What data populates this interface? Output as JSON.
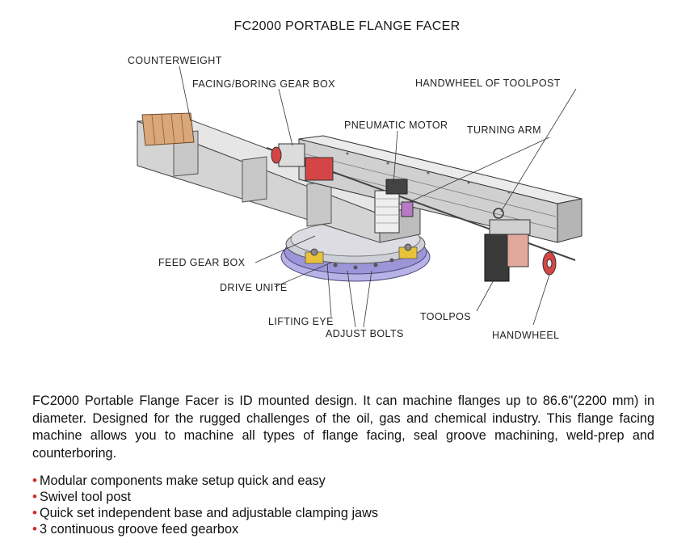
{
  "title": "FC2000 PORTABLE FLANGE FACER",
  "labels": {
    "counterweight": "COUNTERWEIGHT",
    "facing_gear_box": "FACING/BORING GEAR BOX",
    "handwheel_toolpost": "HANDWHEEL OF TOOLPOST",
    "pneumatic_motor": "PNEUMATIC MOTOR",
    "turning_arm": "TURNING ARM",
    "feed_gear_box": "FEED GEAR BOX",
    "drive_unite": "DRIVE UNITE",
    "lifting_eye": "LIFTING EYE",
    "adjust_bolts": "ADJUST BOLTS",
    "toolpos": "TOOLPOS",
    "handwheel": "HANDWHEEL"
  },
  "description": "FC2000 Portable Flange Facer is ID mounted design. It can machine flanges up to 86.6\"(2200 mm) in diameter. Designed for the rugged challenges of the oil, gas and chemical industry. This flange facing machine allows you to machine all types of flange facing, seal groove machining, weld-prep and counterboring.",
  "features": [
    "Modular components make setup quick and easy",
    "Swivel tool post",
    "Quick set independent base and adjustable clamping jaws",
    "3 continuous groove feed gearbox"
  ],
  "colors": {
    "bullet": "#d42a2a",
    "machine_gray": "#d8d8d8",
    "base_purple": "#8a7fd0",
    "counterweight_wood": "#d9a77a",
    "accent_red": "#d64545"
  }
}
